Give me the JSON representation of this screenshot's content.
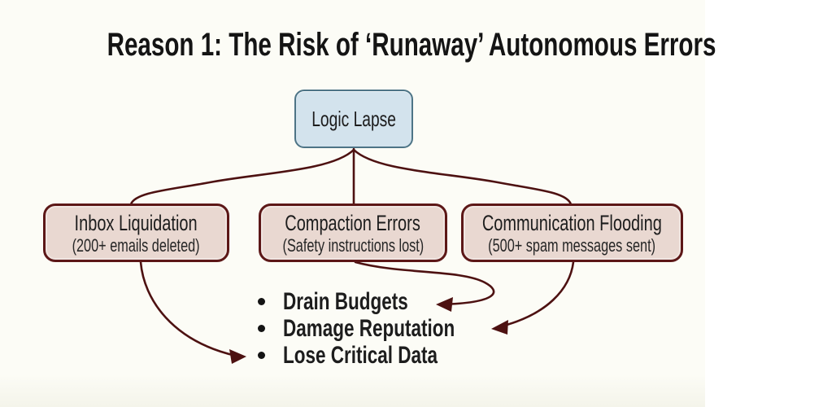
{
  "title": "Reason 1: The Risk of ‘Runaway’ Autonomous Errors",
  "root": {
    "label": "Logic Lapse"
  },
  "causes": [
    {
      "name": "Inbox Liquidation",
      "detail": "(200+ emails deleted)"
    },
    {
      "name": "Compaction Errors",
      "detail": "(Safety instructions lost)"
    },
    {
      "name": "Communication Flooding",
      "detail": "(500+ spam messages sent)"
    }
  ],
  "consequences": [
    "Drain Budgets",
    "Damage Reputation",
    "Lose Critical Data"
  ],
  "colors": {
    "background": "#fcfcf6",
    "root_fill": "#d3e3ed",
    "root_border": "#4d7486",
    "cause_fill": "#e9d8d1",
    "cause_border": "#5c1717",
    "connector": "#4d1111",
    "text": "#1d1d1d"
  }
}
